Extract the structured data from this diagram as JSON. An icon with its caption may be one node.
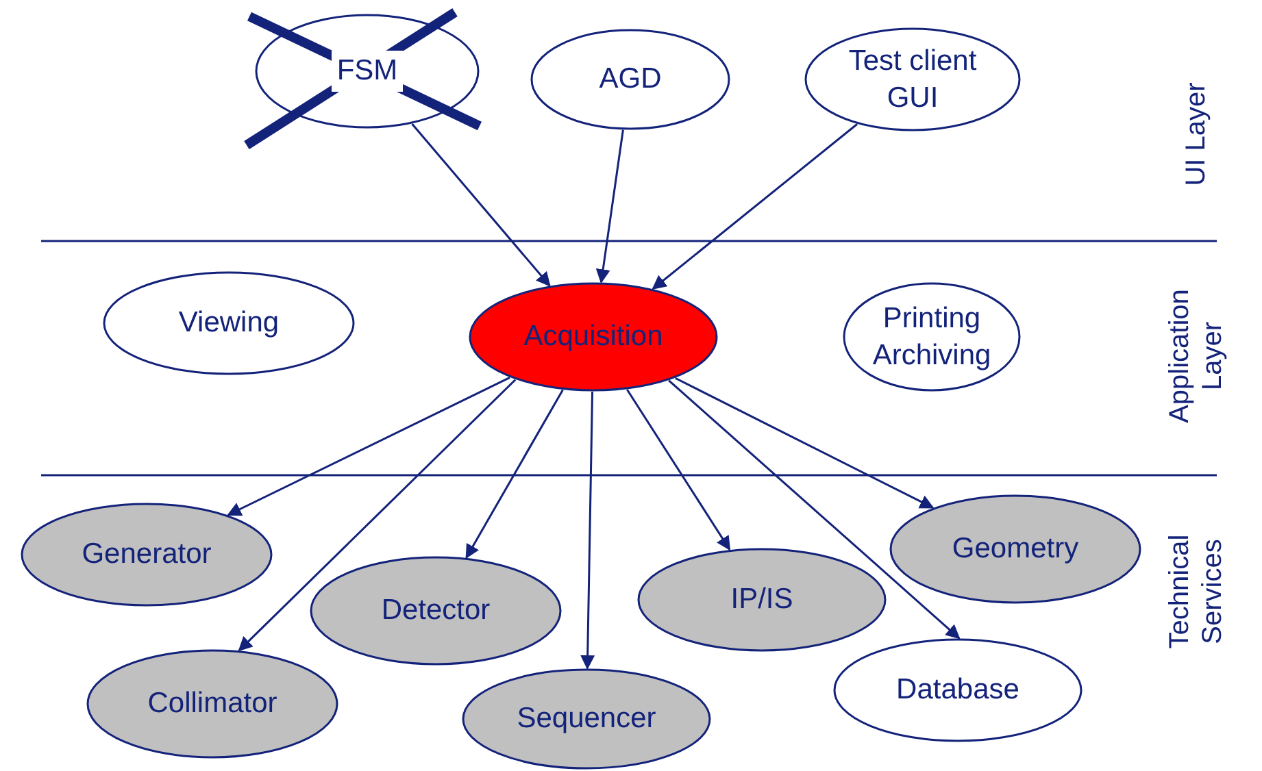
{
  "diagram": {
    "nodes": [
      {
        "text": [
          "FSM"
        ]
      },
      {
        "text": [
          "AGD"
        ]
      },
      {
        "text": [
          "Test client GUI"
        ]
      },
      {
        "text": [
          "Viewing"
        ]
      },
      {
        "text": [
          "Acquisition"
        ]
      },
      {
        "text": [
          "Printing Archiving"
        ]
      },
      {
        "text": [
          "Generator"
        ]
      },
      {
        "text": [
          "Geometry"
        ]
      },
      {
        "text": [
          "Detector"
        ]
      },
      {
        "text": [
          "IP/IS"
        ]
      },
      {
        "text": [
          "Collimator"
        ]
      },
      {
        "text": [
          "Sequencer"
        ]
      },
      {
        "text": [
          "Database"
        ]
      }
    ],
    "edges": [
      {
        "from": 0,
        "to": 4,
        "arrow": "to"
      },
      {
        "from": 1,
        "to": 4,
        "arrow": "to"
      },
      {
        "from": 2,
        "to": 4,
        "arrow": "to"
      },
      {
        "from": 4,
        "to": 6,
        "arrow": "to"
      },
      {
        "from": 4,
        "to": 10,
        "arrow": "to"
      },
      {
        "from": 4,
        "to": 8,
        "arrow": "to"
      },
      {
        "from": 4,
        "to": 11,
        "arrow": "to"
      },
      {
        "from": 4,
        "to": 9,
        "arrow": "to"
      },
      {
        "from": 4,
        "to": 12,
        "arrow": "to"
      },
      {
        "from": 4,
        "to": 7,
        "arrow": "to"
      }
    ],
    "labels": [
      "UI Layer",
      "Application Layer",
      "Technical Services"
    ]
  }
}
